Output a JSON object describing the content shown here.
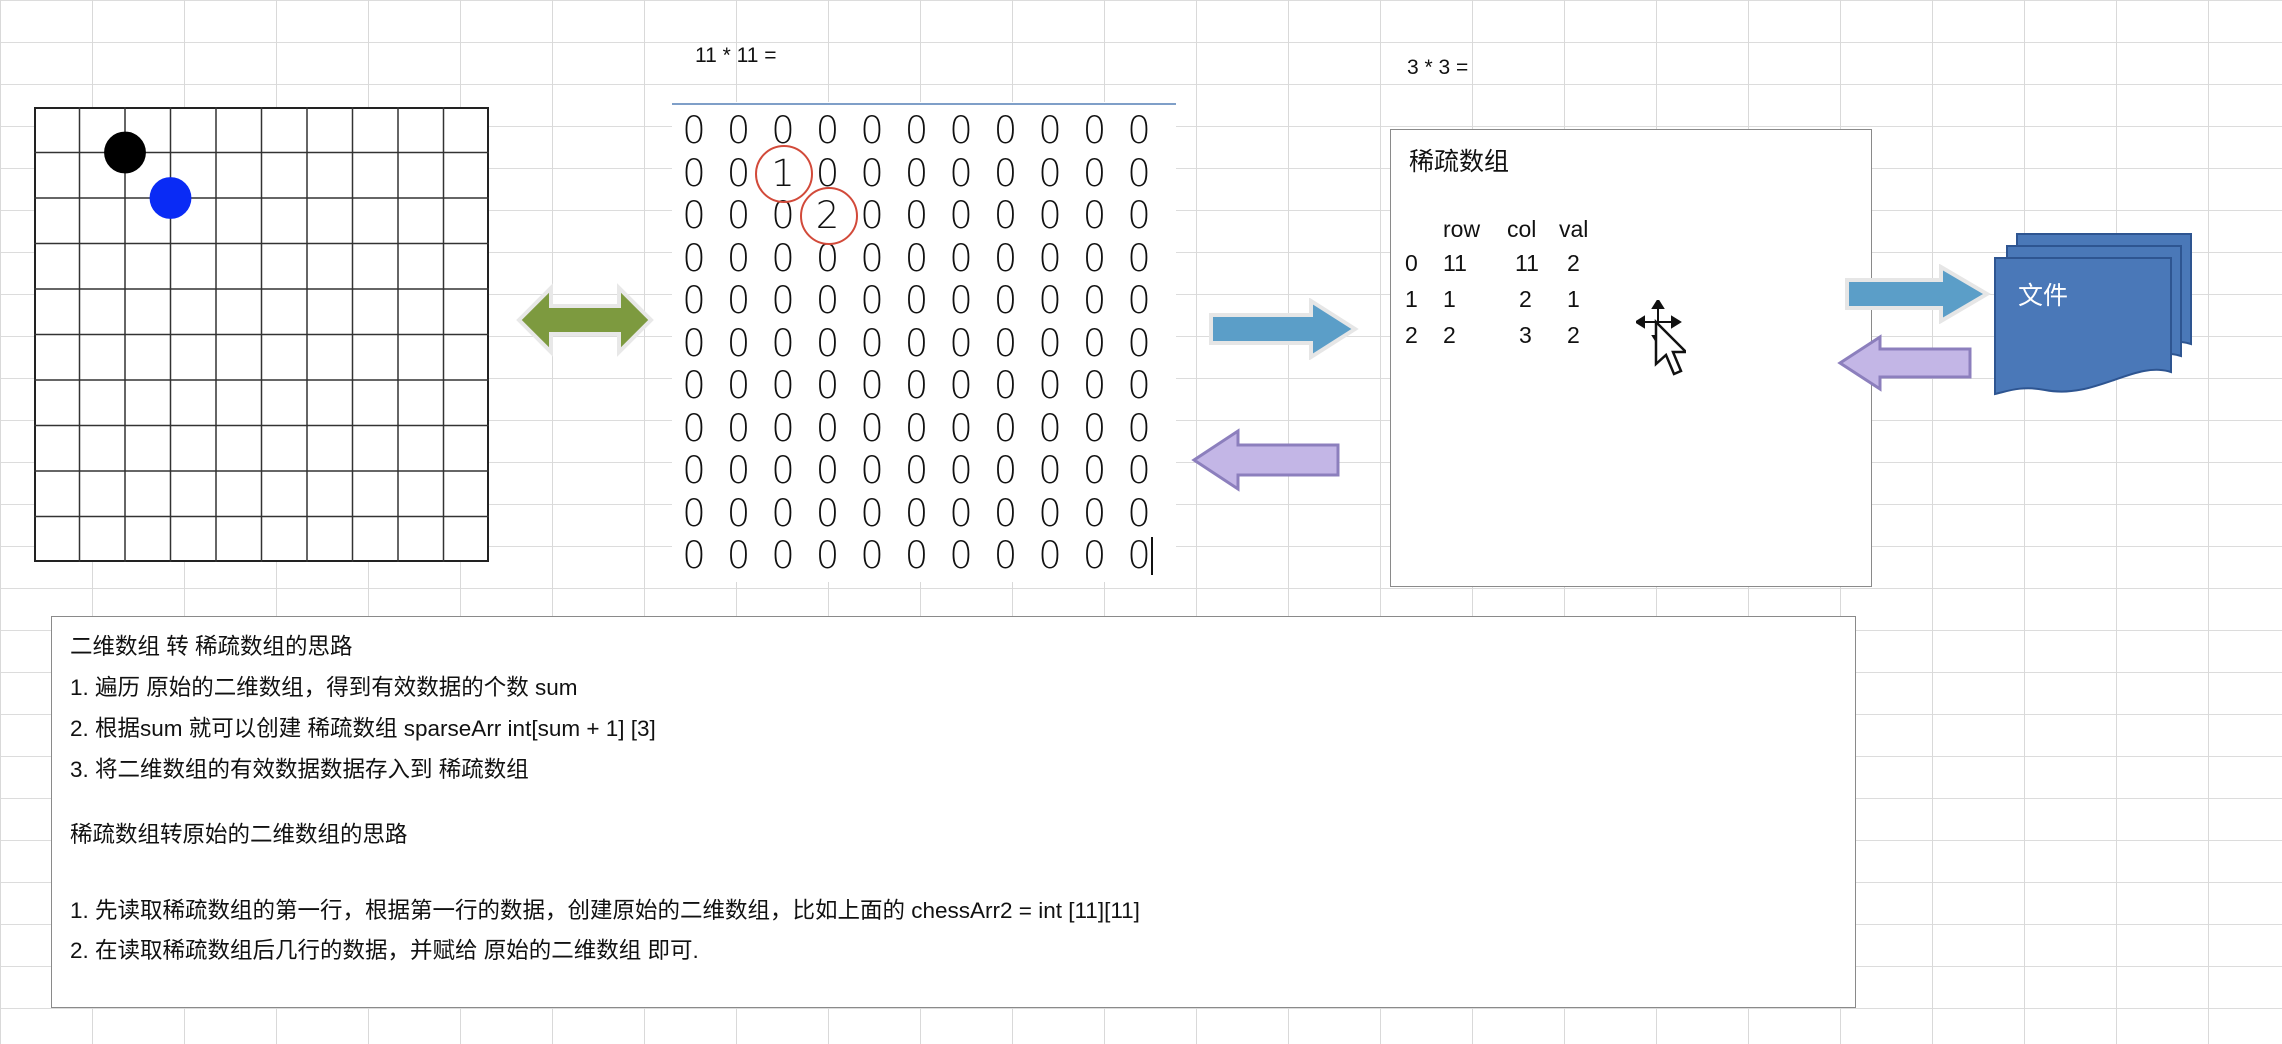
{
  "labels": {
    "matrix_formula": "11 * 11 =",
    "sparse_formula": "3 * 3 ="
  },
  "chessboard": {
    "size": 10,
    "stones": [
      {
        "col": 2,
        "row": 1,
        "color": "black"
      },
      {
        "col": 3,
        "row": 2,
        "color": "blue"
      }
    ],
    "stone_colors": {
      "black": "#000000",
      "blue": "#0a2bf5"
    }
  },
  "matrix": {
    "rows": [
      [
        "0",
        "0",
        "0",
        "0",
        "0",
        "0",
        "0",
        "0",
        "0",
        "0",
        "0"
      ],
      [
        "0",
        "0",
        "1",
        "0",
        "0",
        "0",
        "0",
        "0",
        "0",
        "0",
        "0"
      ],
      [
        "0",
        "0",
        "0",
        "2",
        "0",
        "0",
        "0",
        "0",
        "0",
        "0",
        "0"
      ],
      [
        "0",
        "0",
        "0",
        "0",
        "0",
        "0",
        "0",
        "0",
        "0",
        "0",
        "0"
      ],
      [
        "0",
        "0",
        "0",
        "0",
        "0",
        "0",
        "0",
        "0",
        "0",
        "0",
        "0"
      ],
      [
        "0",
        "0",
        "0",
        "0",
        "0",
        "0",
        "0",
        "0",
        "0",
        "0",
        "0"
      ],
      [
        "0",
        "0",
        "0",
        "0",
        "0",
        "0",
        "0",
        "0",
        "0",
        "0",
        "0"
      ],
      [
        "0",
        "0",
        "0",
        "0",
        "0",
        "0",
        "0",
        "0",
        "0",
        "0",
        "0"
      ],
      [
        "0",
        "0",
        "0",
        "0",
        "0",
        "0",
        "0",
        "0",
        "0",
        "0",
        "0"
      ],
      [
        "0",
        "0",
        "0",
        "0",
        "0",
        "0",
        "0",
        "0",
        "0",
        "0",
        "0"
      ],
      [
        "0",
        "0",
        "0",
        "0",
        "0",
        "0",
        "0",
        "0",
        "0",
        "0",
        "0"
      ]
    ],
    "circled": [
      {
        "row": 1,
        "col": 2
      },
      {
        "row": 2,
        "col": 3
      }
    ],
    "circle_color": "#d24a3a"
  },
  "sparse": {
    "title": "稀疏数组",
    "headers": [
      "row",
      "col",
      "val"
    ],
    "rows": [
      {
        "index": "0",
        "row": "11",
        "col": "11",
        "val": "2"
      },
      {
        "index": "1",
        "row": "1",
        "col": "2",
        "val": "1"
      },
      {
        "index": "2",
        "row": "2",
        "col": "3",
        "val": "2"
      }
    ]
  },
  "file": {
    "label": "文件",
    "color": "#4a78b8"
  },
  "arrow_colors": {
    "green": "#7d9a3f",
    "blue": "#5b9ec8",
    "lavender": "#b7a8db"
  },
  "notes": {
    "lines": [
      "二维数组 转 稀疏数组的思路",
      "1. 遍历  原始的二维数组，得到有效数据的个数 sum",
      "2. 根据sum 就可以创建 稀疏数组 sparseArr   int[sum + 1] [3]",
      "3. 将二维数组的有效数据数据存入到 稀疏数组",
      "",
      "稀疏数组转原始的二维数组的思路",
      "",
      "1. 先读取稀疏数组的第一行，根据第一行的数据，创建原始的二维数组，比如上面的    chessArr2 = int [11][11]",
      "2. 在读取稀疏数组后几行的数据，并赋给 原始的二维数组 即可."
    ]
  }
}
